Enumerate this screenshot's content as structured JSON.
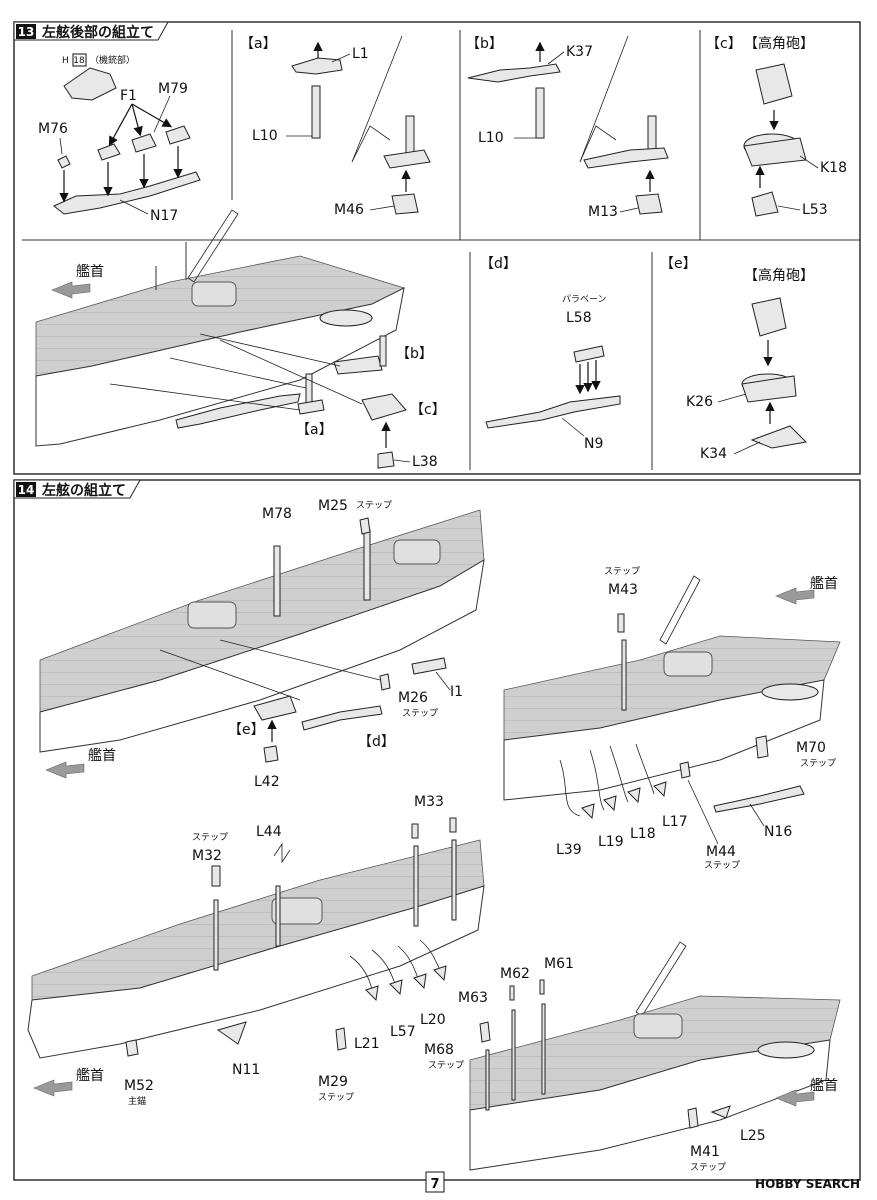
{
  "page_number": "7",
  "watermark": "HOBBY SEARCH",
  "step13": {
    "number": "13",
    "title": "左舷後部の組立て",
    "gun_room_prefix": "H",
    "gun_room_ref": "18",
    "gun_room_note": "（機銃部）",
    "main_labels": [
      "F1",
      "M79",
      "M76",
      "N17"
    ],
    "bow_label": "艦首",
    "sub_markers": [
      "【b】",
      "【c】",
      "【a】"
    ],
    "extra_label": "L38",
    "sub_a": {
      "title": "【a】",
      "labels": [
        "L1",
        "L10",
        "M46"
      ]
    },
    "sub_b": {
      "title": "【b】",
      "labels": [
        "K37",
        "L10",
        "M13"
      ]
    },
    "sub_c": {
      "title": "【c】",
      "caption": "【高角砲】",
      "labels": [
        "K18",
        "L53"
      ]
    },
    "sub_d": {
      "title": "【d】",
      "caption": "パラベーン",
      "labels": [
        "L58",
        "N9"
      ]
    },
    "sub_e": {
      "title": "【e】",
      "caption": "【高角砲】",
      "labels": [
        "K26",
        "K34"
      ]
    }
  },
  "step14": {
    "number": "14",
    "title": "左舷の組立て",
    "step_note": "ステップ",
    "bow_label": "艦首",
    "main_anchor": "主錨",
    "view1": {
      "labels": [
        "M78",
        "M25",
        "M26",
        "I1",
        "L42"
      ],
      "markers": [
        "【e】",
        "【d】"
      ]
    },
    "view2": {
      "labels": [
        "M43",
        "M70",
        "L17",
        "L18",
        "L19",
        "L39",
        "M44",
        "N16"
      ]
    },
    "view3": {
      "labels": [
        "L44",
        "M32",
        "M33",
        "M63",
        "L20",
        "L57",
        "L21",
        "M29",
        "N11",
        "M52"
      ]
    },
    "view4": {
      "labels": [
        "M62",
        "M61",
        "M68",
        "M41",
        "L25"
      ]
    }
  }
}
